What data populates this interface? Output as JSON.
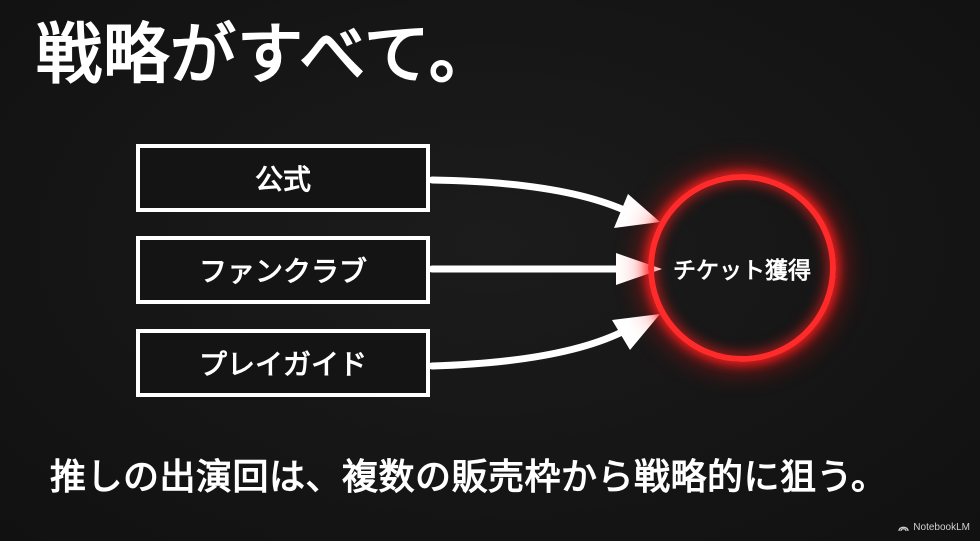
{
  "slide": {
    "title": "戦略がすべて。",
    "sources": [
      {
        "label": "公式"
      },
      {
        "label": "ファンクラブ"
      },
      {
        "label": "プレイガイド"
      }
    ],
    "target": {
      "label": "チケット獲得"
    },
    "caption": "推しの出演回は、複数の販売枠から戦略的に狙う。",
    "watermark": "NotebookLM"
  },
  "colors": {
    "background": "#141414",
    "foreground": "#ffffff",
    "accent_glow": "#ff2a2a"
  }
}
